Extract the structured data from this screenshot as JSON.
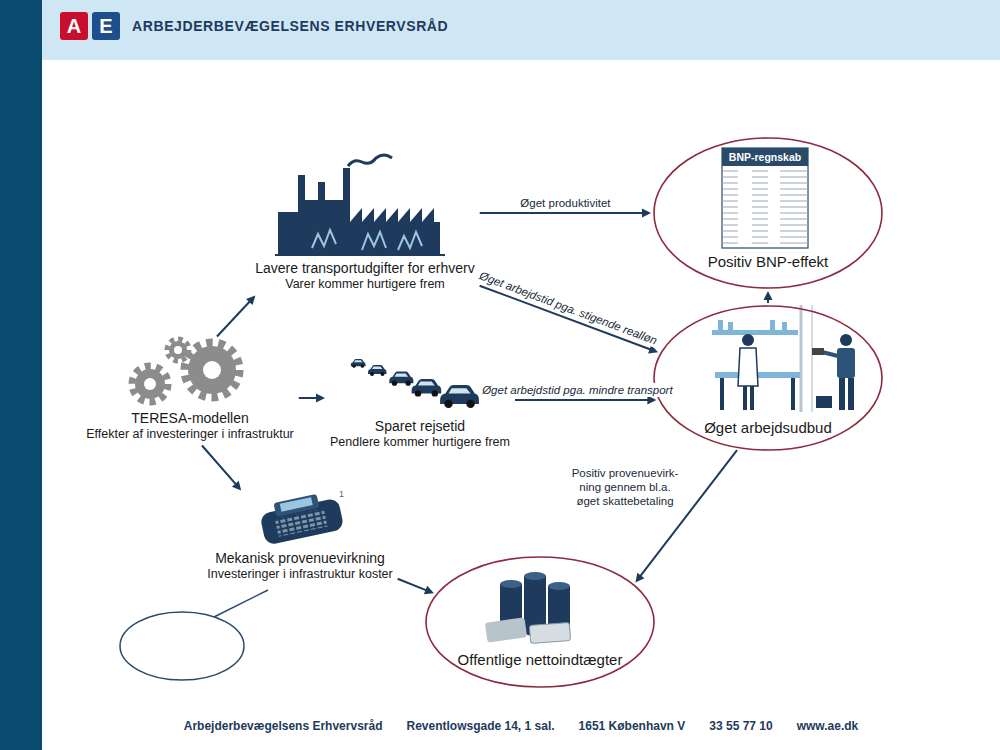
{
  "diagram": {
    "nodes": [
      {
        "text": [
          "Lavere transportudgifter for erhverv",
          "Varer kommer hurtigere frem"
        ]
      },
      {
        "text": [
          "Positiv BNP-effekt"
        ]
      },
      {
        "text": [
          "TERESA-modellen",
          "Effekter af investeringer i infrastruktur"
        ]
      },
      {
        "text": [
          "Sparet rejsetid",
          "Pendlere kommer hurtigere frem"
        ]
      },
      {
        "text": [
          "Øget arbejdsudbud"
        ]
      },
      {
        "text": [
          "Mekanisk provenuevirkning",
          "Investeringer i infrastruktur koster"
        ]
      },
      {
        "text": [
          "Offentlige nettoindtægter"
        ]
      }
    ],
    "edges": [
      {
        "from": 2,
        "to": 0,
        "arrow": "to"
      },
      {
        "from": 2,
        "to": 3,
        "arrow": "to"
      },
      {
        "from": 2,
        "to": 5,
        "arrow": "to"
      },
      {
        "from": 0,
        "to": 1,
        "label": "Øget produktivitet",
        "arrow": "to"
      },
      {
        "from": 0,
        "to": 4,
        "label": "Øget arbejdstid pga. stigende realløn",
        "arrow": "to"
      },
      {
        "from": 3,
        "to": 4,
        "label": "Øget arbejdstid pga. mindre transport",
        "arrow": "to"
      },
      {
        "from": 4,
        "to": 1,
        "arrow": "to"
      },
      {
        "from": 4,
        "to": 6,
        "label": "Positiv provenuevirk- ning gennem bl.a. øget skattebetaling",
        "arrow": "to"
      },
      {
        "from": 5,
        "to": 6,
        "arrow": "to"
      }
    ],
    "labels": [
      "A",
      "E",
      "ARBEJDERBEVÆGELSENS ERHVERVSRÅD",
      "BNP-regnskab",
      "1",
      "Arbejderbevægelsens Erhvervsråd",
      "Reventlowsgade 14, 1 sal.",
      "1651 København V",
      "33 55 77 10",
      "www.ae.dk"
    ]
  }
}
